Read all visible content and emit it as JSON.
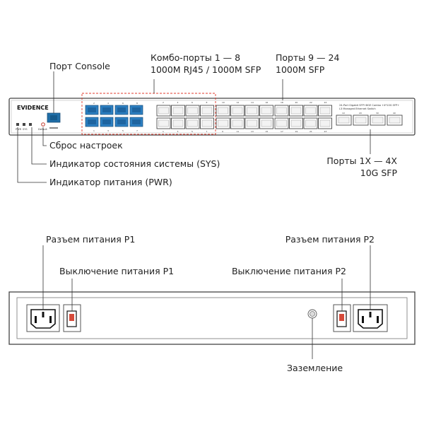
{
  "front_panel": {
    "brand": "EVIDENCE",
    "model_text_line1": "24-Port Gigabit SFP+8GE Combo +4*10G SFP+",
    "model_text_line2": "L3 Managed Ethernet Switch",
    "led_labels": [
      "PWR",
      "SYS",
      "Default"
    ],
    "combo_port_numbers_top": [
      "2",
      "4",
      "6",
      "8"
    ],
    "combo_port_numbers_bottom": [
      "1",
      "3",
      "5",
      "7"
    ],
    "sfp_numbers_top": [
      "2",
      "4",
      "6",
      "8",
      "10",
      "12",
      "14",
      "16",
      "18",
      "20",
      "22",
      "24"
    ],
    "sfp_numbers_bottom": [
      "1",
      "3",
      "5",
      "7",
      "9",
      "11",
      "13",
      "15",
      "17",
      "19",
      "21",
      "23"
    ],
    "tengig_numbers": [
      "1X",
      "2X",
      "3X",
      "4X"
    ]
  },
  "callouts": {
    "console": "Порт Console",
    "combo_line1": "Комбо-порты 1 — 8",
    "combo_line2": "1000M RJ45 / 1000M SFP",
    "sfp_line1": "Порты 9 — 24",
    "sfp_line2": "1000M SFP",
    "reset": "Сброс настроек",
    "sys": "Индикатор состояния системы (SYS)",
    "pwr": "Индикатор питания (PWR)",
    "tengig_line1": "Порты 1X — 4X",
    "tengig_line2": "10G SFP"
  },
  "rear_panel": {
    "power_p1": "Разъем питания P1",
    "switch_p1": "Выключение питания P1",
    "power_p2": "Разъем питания P2",
    "switch_p2": "Выключение питания P2",
    "ground": "Заземление"
  }
}
